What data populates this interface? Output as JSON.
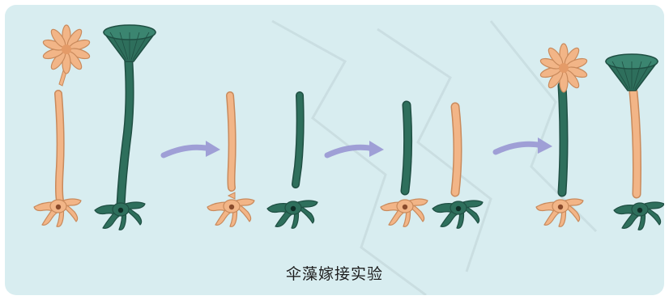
{
  "figure": {
    "caption": "伞藻嫁接实验",
    "colors": {
      "background": "#d8edf0",
      "mediterranea": "#f2b587",
      "mediterranea_outline": "#c98a5c",
      "crenulata": "#2e6f5c",
      "crenulata_dark": "#1f4f43",
      "arrow": "#9f9fd6",
      "nucleus": "#8a4b2c"
    },
    "stages": [
      {
        "name": "original",
        "icons": [
          "flower-cap-icon",
          "umbrella-cap-icon"
        ]
      },
      {
        "name": "caps-removed",
        "icons": [
          "stalk-icon",
          "stalk-icon"
        ]
      },
      {
        "name": "grafted",
        "icons": [
          "stalk-icon",
          "stalk-icon"
        ]
      },
      {
        "name": "regenerated",
        "icons": [
          "flower-cap-icon",
          "umbrella-cap-icon"
        ]
      }
    ]
  }
}
